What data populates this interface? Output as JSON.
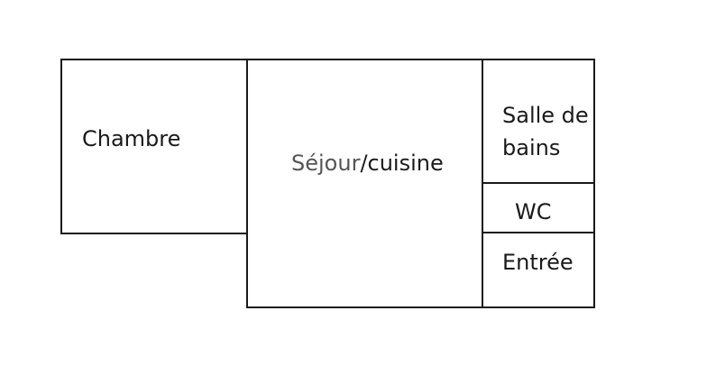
{
  "floor_plan": {
    "rooms": {
      "chambre": {
        "label": "Chambre"
      },
      "sejour": {
        "label_part_a": "Séjour",
        "label_part_b": "/cuisine"
      },
      "salle_de_bains": {
        "label_line1": "Salle de",
        "label_line2": "bains"
      },
      "wc": {
        "label": "WC"
      },
      "entree": {
        "label": "Entrée"
      }
    },
    "colors": {
      "wall": "#1a1a1a",
      "background": "#ffffff",
      "muted_text": "#555555"
    }
  }
}
